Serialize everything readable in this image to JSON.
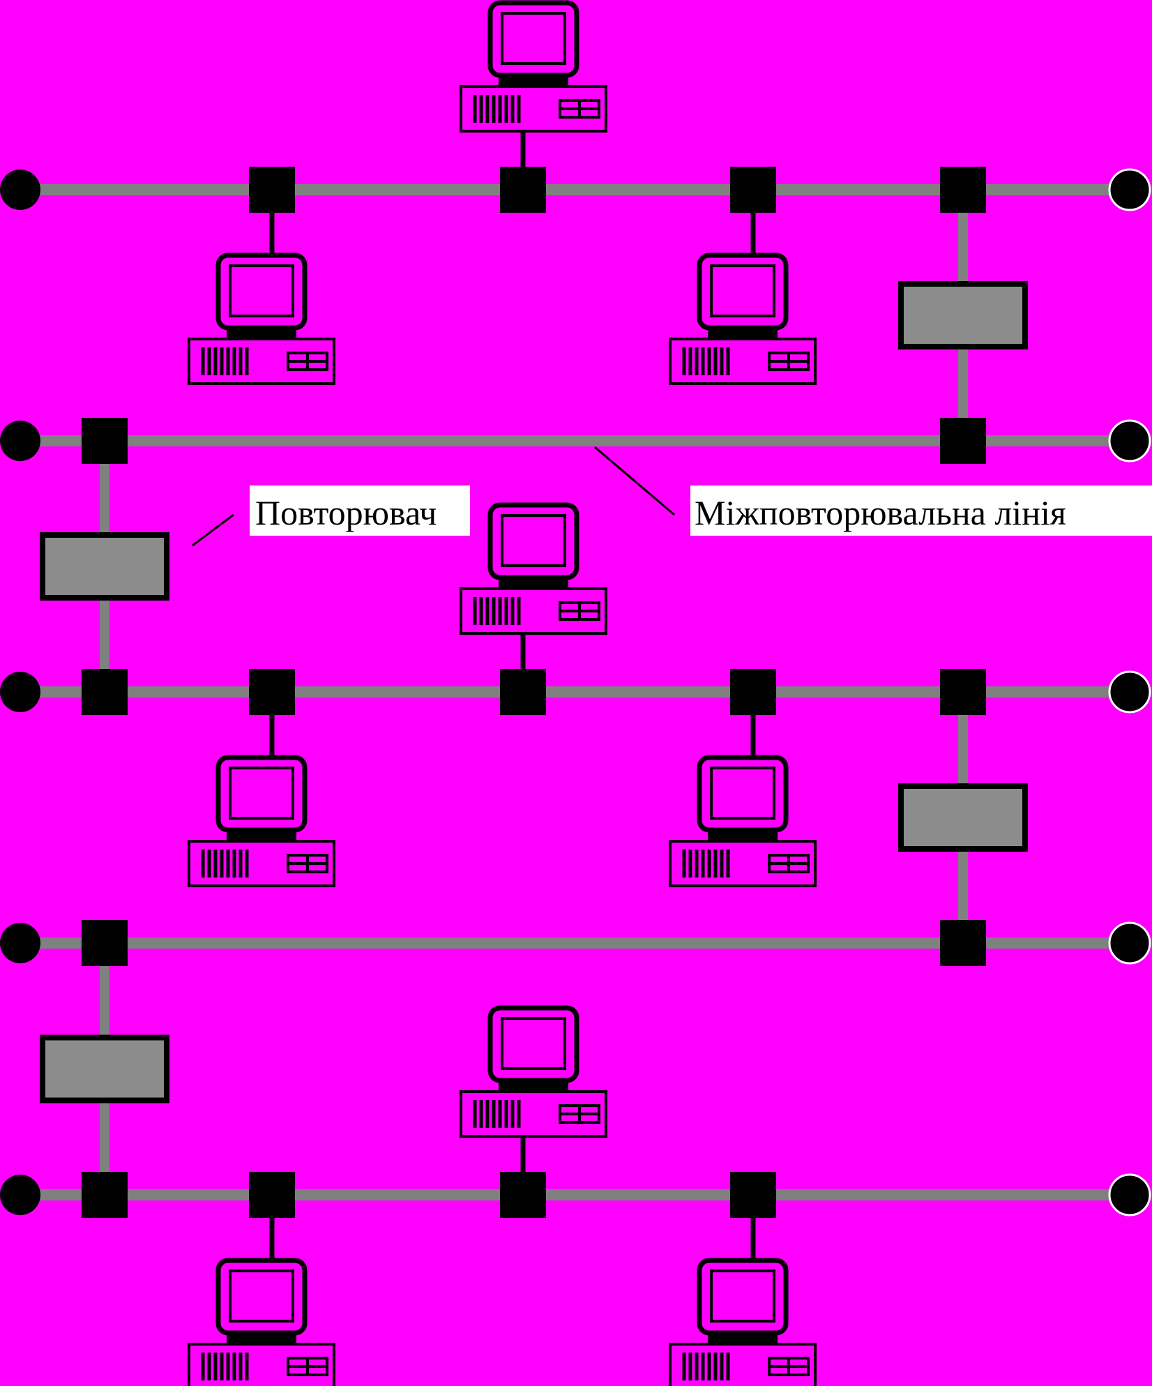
{
  "colors": {
    "background": "#ff00ff",
    "cable": "#808080",
    "repeater_fill": "#8c8c8c",
    "node": "#000000",
    "label_background": "#ffffff"
  },
  "labels": {
    "repeater": "Повторювач",
    "inter_repeater_link": "Міжповторювальна лінія"
  },
  "icons": {
    "computer": "computer-icon",
    "transceiver": "transceiver-node",
    "terminator": "terminator",
    "repeater": "repeater-box"
  },
  "segments": [
    {
      "index": 1,
      "computers": 3
    },
    {
      "index": 2,
      "computers": 0
    },
    {
      "index": 3,
      "computers": 3
    },
    {
      "index": 4,
      "computers": 0
    },
    {
      "index": 5,
      "computers": 3
    }
  ],
  "repeaters": [
    {
      "from_segment": 1,
      "to_segment": 2,
      "side": "right"
    },
    {
      "from_segment": 2,
      "to_segment": 3,
      "side": "left"
    },
    {
      "from_segment": 3,
      "to_segment": 4,
      "side": "right"
    },
    {
      "from_segment": 4,
      "to_segment": 5,
      "side": "left"
    }
  ]
}
